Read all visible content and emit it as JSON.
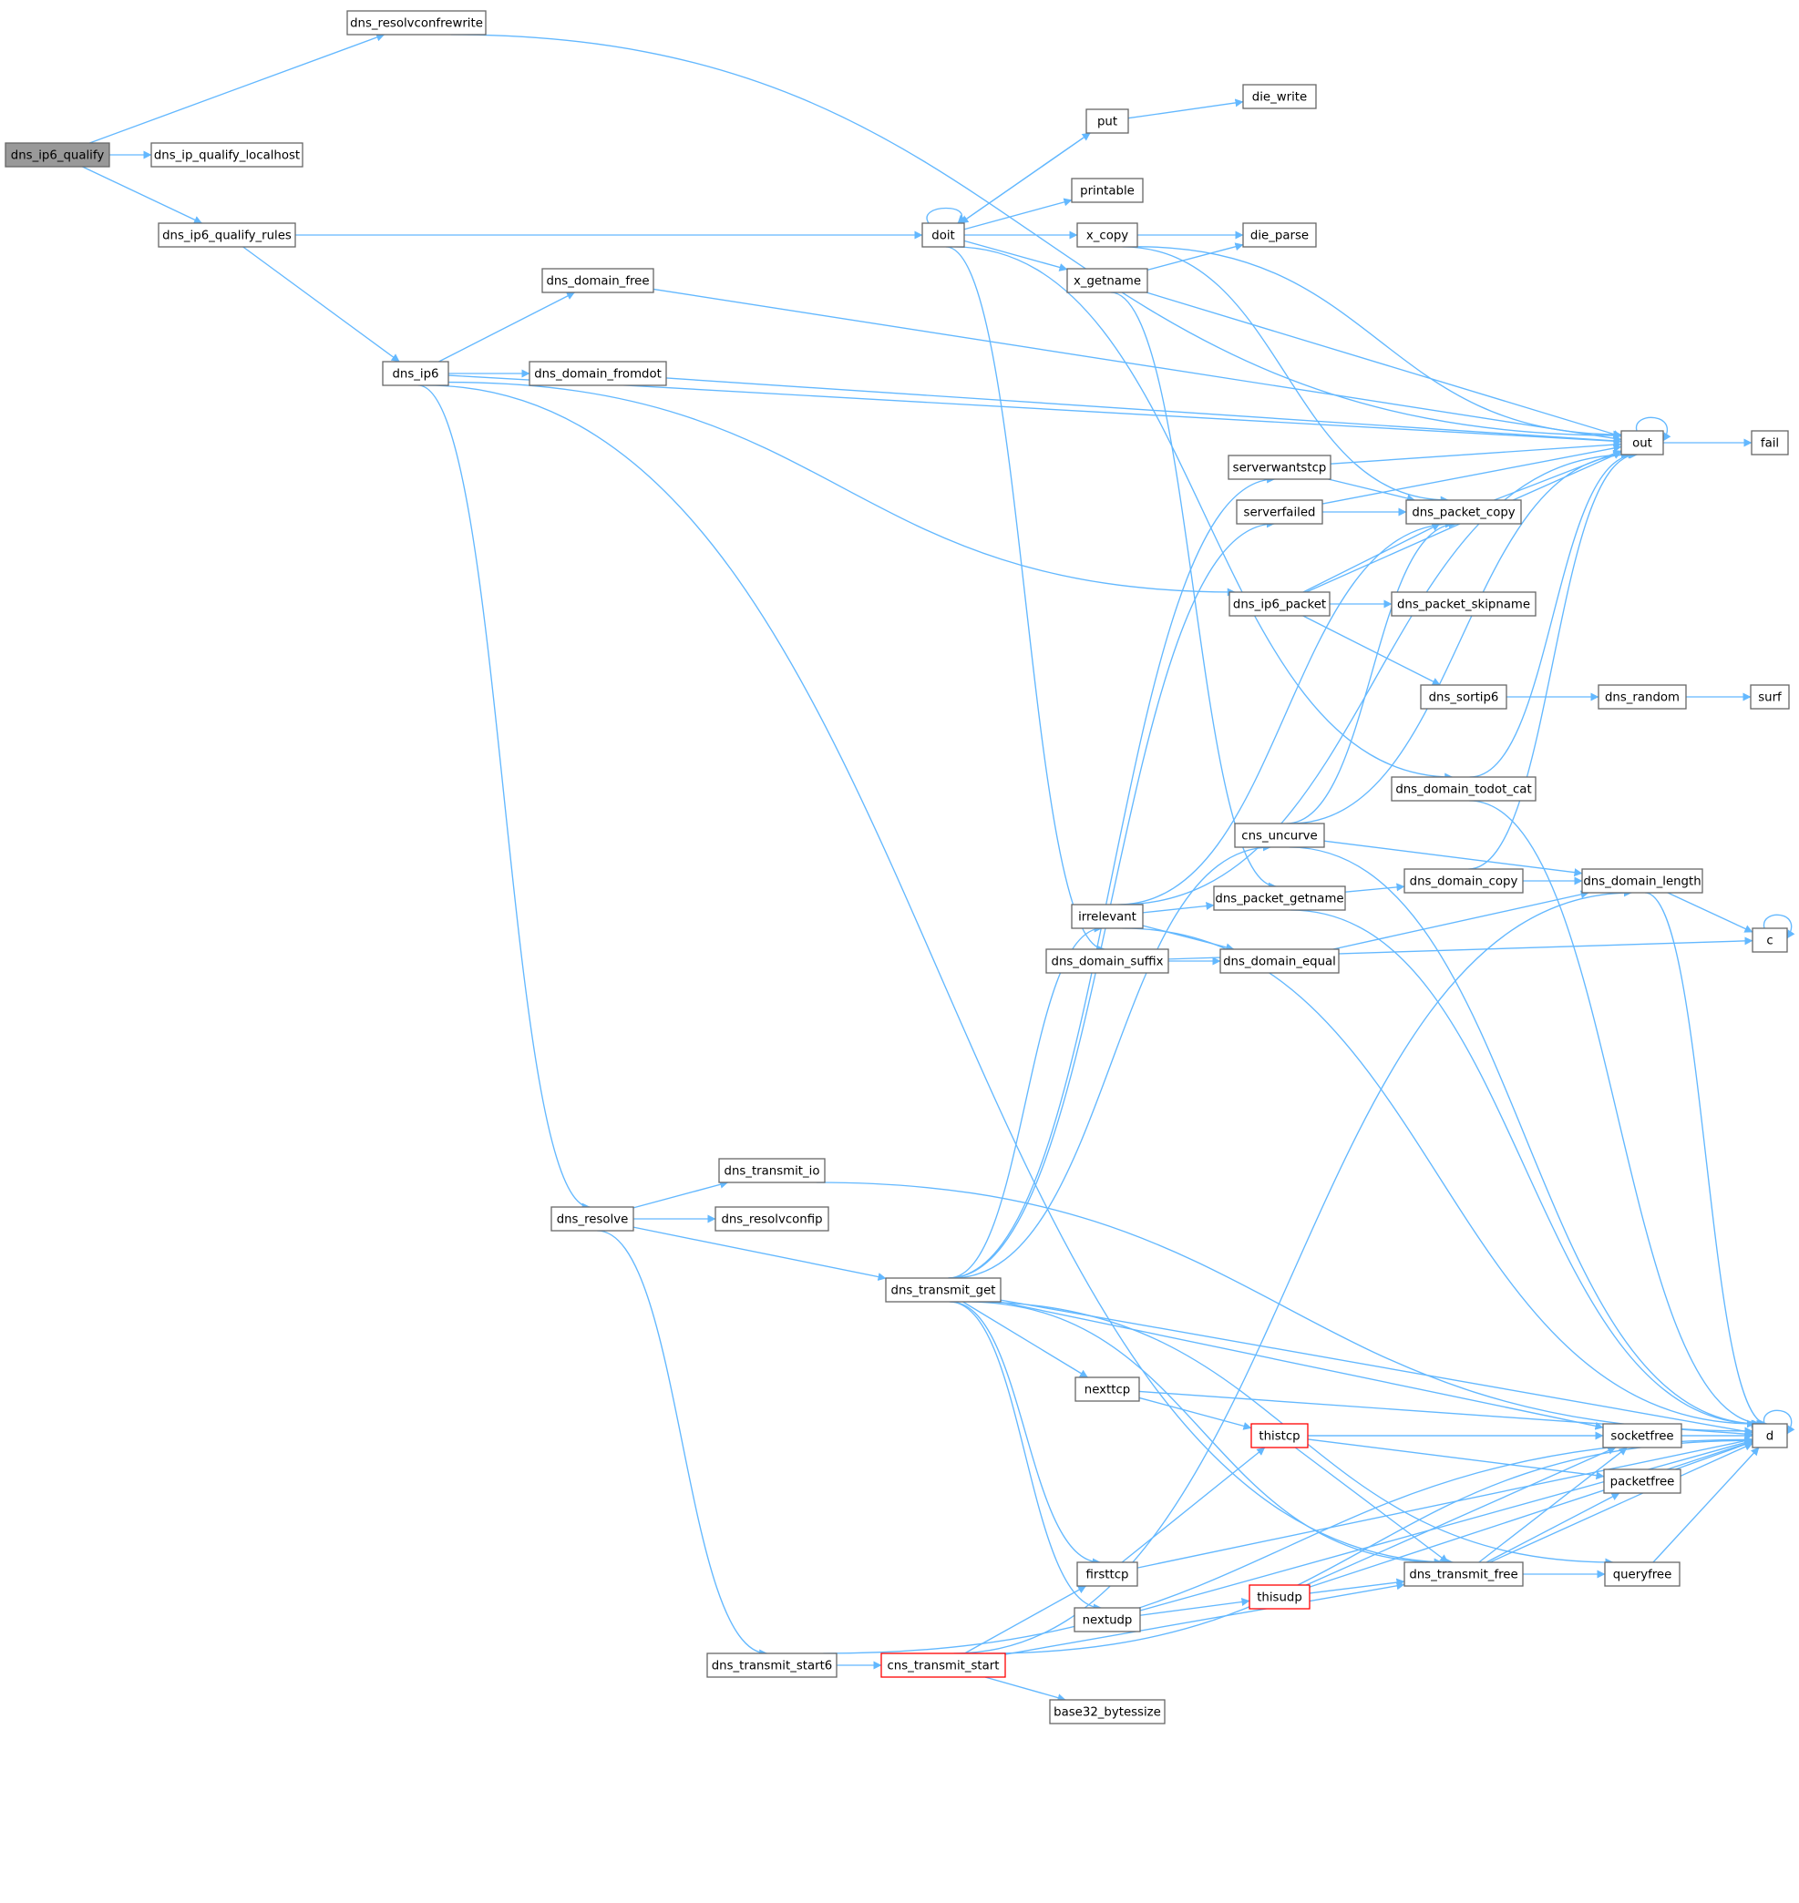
{
  "colors": {
    "edge": "#63b8ff",
    "node_border": "#666666",
    "root_fill": "#999999",
    "truncated_border": "#ff0000"
  },
  "nodes": [
    {
      "id": "dns_ip6_qualify",
      "label": "dns_ip6_qualify",
      "style": "root"
    },
    {
      "id": "dns_resolvconfrewrite",
      "label": "dns_resolvconfrewrite"
    },
    {
      "id": "dns_ip_qualify_localhost",
      "label": "dns_ip_qualify_localhost"
    },
    {
      "id": "dns_ip6_qualify_rules",
      "label": "dns_ip6_qualify_rules"
    },
    {
      "id": "dns_ip6",
      "label": "dns_ip6"
    },
    {
      "id": "dns_domain_free",
      "label": "dns_domain_free"
    },
    {
      "id": "dns_domain_fromdot",
      "label": "dns_domain_fromdot"
    },
    {
      "id": "dns_resolve",
      "label": "dns_resolve"
    },
    {
      "id": "dns_transmit_io",
      "label": "dns_transmit_io"
    },
    {
      "id": "dns_resolvconfip",
      "label": "dns_resolvconfip"
    },
    {
      "id": "dns_transmit_get",
      "label": "dns_transmit_get"
    },
    {
      "id": "dns_transmit_start6",
      "label": "dns_transmit_start6"
    },
    {
      "id": "cns_transmit_start",
      "label": "cns_transmit_start",
      "style": "red"
    },
    {
      "id": "doit",
      "label": "doit"
    },
    {
      "id": "put",
      "label": "put"
    },
    {
      "id": "die_write",
      "label": "die_write"
    },
    {
      "id": "printable",
      "label": "printable"
    },
    {
      "id": "x_copy",
      "label": "x_copy"
    },
    {
      "id": "die_parse",
      "label": "die_parse"
    },
    {
      "id": "x_getname",
      "label": "x_getname"
    },
    {
      "id": "out",
      "label": "out"
    },
    {
      "id": "fail",
      "label": "fail"
    },
    {
      "id": "serverwantstcp",
      "label": "serverwantstcp"
    },
    {
      "id": "serverfailed",
      "label": "serverfailed"
    },
    {
      "id": "dns_packet_copy",
      "label": "dns_packet_copy"
    },
    {
      "id": "dns_ip6_packet",
      "label": "dns_ip6_packet"
    },
    {
      "id": "dns_packet_skipname",
      "label": "dns_packet_skipname"
    },
    {
      "id": "dns_sortip6",
      "label": "dns_sortip6"
    },
    {
      "id": "dns_random",
      "label": "dns_random"
    },
    {
      "id": "surf",
      "label": "surf"
    },
    {
      "id": "dns_domain_todot_cat",
      "label": "dns_domain_todot_cat"
    },
    {
      "id": "cns_uncurve",
      "label": "cns_uncurve"
    },
    {
      "id": "dns_domain_copy",
      "label": "dns_domain_copy"
    },
    {
      "id": "dns_domain_length",
      "label": "dns_domain_length"
    },
    {
      "id": "irrelevant",
      "label": "irrelevant"
    },
    {
      "id": "dns_packet_getname",
      "label": "dns_packet_getname"
    },
    {
      "id": "c",
      "label": "c"
    },
    {
      "id": "dns_domain_suffix",
      "label": "dns_domain_suffix"
    },
    {
      "id": "dns_domain_equal",
      "label": "dns_domain_equal"
    },
    {
      "id": "nexttcp",
      "label": "nexttcp"
    },
    {
      "id": "thistcp",
      "label": "thistcp",
      "style": "red"
    },
    {
      "id": "socketfree",
      "label": "socketfree"
    },
    {
      "id": "d",
      "label": "d"
    },
    {
      "id": "packetfree",
      "label": "packetfree"
    },
    {
      "id": "firsttcp",
      "label": "firsttcp"
    },
    {
      "id": "dns_transmit_free",
      "label": "dns_transmit_free"
    },
    {
      "id": "queryfree",
      "label": "queryfree"
    },
    {
      "id": "thisudp",
      "label": "thisudp",
      "style": "red"
    },
    {
      "id": "nextudp",
      "label": "nextudp"
    },
    {
      "id": "base32_bytessize",
      "label": "base32_bytessize"
    }
  ],
  "edges": [
    [
      "dns_ip6_qualify",
      "dns_resolvconfrewrite"
    ],
    [
      "dns_ip6_qualify",
      "dns_ip_qualify_localhost"
    ],
    [
      "dns_ip6_qualify",
      "dns_ip6_qualify_rules"
    ],
    [
      "dns_resolvconfrewrite",
      "out"
    ],
    [
      "dns_ip6_qualify_rules",
      "doit"
    ],
    [
      "dns_ip6_qualify_rules",
      "dns_ip6"
    ],
    [
      "dns_ip6",
      "dns_domain_free"
    ],
    [
      "dns_ip6",
      "dns_domain_fromdot"
    ],
    [
      "dns_ip6",
      "out"
    ],
    [
      "dns_ip6",
      "dns_ip6_packet"
    ],
    [
      "dns_ip6",
      "dns_resolve"
    ],
    [
      "dns_ip6",
      "dns_transmit_free"
    ],
    [
      "dns_domain_free",
      "out"
    ],
    [
      "dns_domain_fromdot",
      "out"
    ],
    [
      "doit",
      "doit"
    ],
    [
      "doit",
      "put"
    ],
    [
      "doit",
      "printable"
    ],
    [
      "doit",
      "x_copy"
    ],
    [
      "doit",
      "x_getname"
    ],
    [
      "doit",
      "dns_domain_todot_cat"
    ],
    [
      "doit",
      "dns_domain_suffix"
    ],
    [
      "put",
      "doit"
    ],
    [
      "put",
      "die_write"
    ],
    [
      "x_copy",
      "die_parse"
    ],
    [
      "x_copy",
      "out"
    ],
    [
      "x_copy",
      "dns_packet_copy"
    ],
    [
      "x_getname",
      "die_parse"
    ],
    [
      "x_getname",
      "out"
    ],
    [
      "x_getname",
      "dns_packet_getname"
    ],
    [
      "out",
      "out"
    ],
    [
      "out",
      "fail"
    ],
    [
      "serverwantstcp",
      "out"
    ],
    [
      "serverwantstcp",
      "dns_packet_copy"
    ],
    [
      "serverfailed",
      "out"
    ],
    [
      "serverfailed",
      "dns_packet_copy"
    ],
    [
      "dns_packet_copy",
      "out"
    ],
    [
      "dns_ip6_packet",
      "dns_packet_copy"
    ],
    [
      "dns_ip6_packet",
      "out"
    ],
    [
      "dns_ip6_packet",
      "dns_packet_skipname"
    ],
    [
      "dns_ip6_packet",
      "dns_sortip6"
    ],
    [
      "dns_sortip6",
      "dns_random"
    ],
    [
      "dns_random",
      "surf"
    ],
    [
      "dns_domain_todot_cat",
      "out"
    ],
    [
      "dns_domain_todot_cat",
      "d"
    ],
    [
      "cns_uncurve",
      "dns_packet_copy"
    ],
    [
      "cns_uncurve",
      "out"
    ],
    [
      "cns_uncurve",
      "dns_domain_length"
    ],
    [
      "cns_uncurve",
      "d"
    ],
    [
      "dns_domain_copy",
      "out"
    ],
    [
      "dns_domain_copy",
      "dns_domain_length"
    ],
    [
      "dns_domain_length",
      "c"
    ],
    [
      "dns_domain_length",
      "d"
    ],
    [
      "c",
      "c"
    ],
    [
      "irrelevant",
      "dns_packet_copy"
    ],
    [
      "irrelevant",
      "out"
    ],
    [
      "irrelevant",
      "dns_packet_getname"
    ],
    [
      "irrelevant",
      "dns_domain_equal"
    ],
    [
      "irrelevant",
      "d"
    ],
    [
      "dns_packet_getname",
      "dns_domain_copy"
    ],
    [
      "dns_packet_getname",
      "d"
    ],
    [
      "dns_domain_suffix",
      "dns_domain_equal"
    ],
    [
      "dns_domain_suffix",
      "c"
    ],
    [
      "dns_domain_equal",
      "dns_domain_length"
    ],
    [
      "dns_resolve",
      "dns_transmit_io"
    ],
    [
      "dns_resolve",
      "dns_resolvconfip"
    ],
    [
      "dns_resolve",
      "dns_transmit_get"
    ],
    [
      "dns_resolve",
      "dns_transmit_start6"
    ],
    [
      "dns_transmit_io",
      "d"
    ],
    [
      "dns_transmit_get",
      "serverwantstcp"
    ],
    [
      "dns_transmit_get",
      "serverfailed"
    ],
    [
      "dns_transmit_get",
      "cns_uncurve"
    ],
    [
      "dns_transmit_get",
      "irrelevant"
    ],
    [
      "dns_transmit_get",
      "d"
    ],
    [
      "dns_transmit_get",
      "socketfree"
    ],
    [
      "dns_transmit_get",
      "nexttcp"
    ],
    [
      "dns_transmit_get",
      "dns_transmit_free"
    ],
    [
      "dns_transmit_get",
      "queryfree"
    ],
    [
      "dns_transmit_get",
      "firsttcp"
    ],
    [
      "dns_transmit_get",
      "nextudp"
    ],
    [
      "nexttcp",
      "d"
    ],
    [
      "nexttcp",
      "thistcp"
    ],
    [
      "thistcp",
      "d"
    ],
    [
      "thistcp",
      "socketfree"
    ],
    [
      "thistcp",
      "packetfree"
    ],
    [
      "thistcp",
      "dns_transmit_free"
    ],
    [
      "socketfree",
      "d"
    ],
    [
      "packetfree",
      "d"
    ],
    [
      "d",
      "d"
    ],
    [
      "firsttcp",
      "thistcp"
    ],
    [
      "firsttcp",
      "d"
    ],
    [
      "nextudp",
      "thisudp"
    ],
    [
      "nextudp",
      "d"
    ],
    [
      "thisudp",
      "socketfree"
    ],
    [
      "thisudp",
      "dns_transmit_free"
    ],
    [
      "thisudp",
      "d"
    ],
    [
      "dns_transmit_free",
      "socketfree"
    ],
    [
      "dns_transmit_free",
      "packetfree"
    ],
    [
      "dns_transmit_free",
      "queryfree"
    ],
    [
      "dns_transmit_free",
      "d"
    ],
    [
      "queryfree",
      "d"
    ],
    [
      "dns_transmit_start6",
      "cns_transmit_start"
    ],
    [
      "dns_transmit_start6",
      "d"
    ],
    [
      "cns_transmit_start",
      "dns_domain_length"
    ],
    [
      "cns_transmit_start",
      "firsttcp"
    ],
    [
      "cns_transmit_start",
      "dns_transmit_free"
    ],
    [
      "cns_transmit_start",
      "base32_bytessize"
    ],
    [
      "cns_transmit_start",
      "d"
    ]
  ]
}
